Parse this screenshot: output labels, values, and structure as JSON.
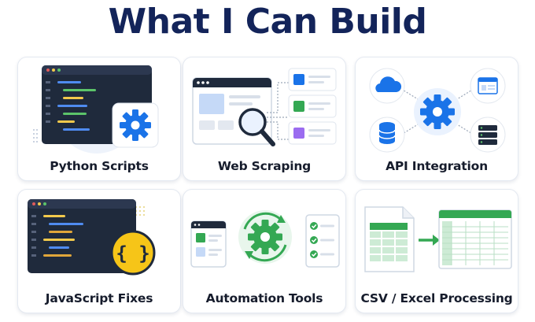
{
  "title": "What I Can Build",
  "colors": {
    "title": "#13245a",
    "blue": "#1a73e8",
    "green": "#34a853",
    "yellow": "#fbbc04",
    "purple": "#9b6cf0",
    "dark": "#1f2a3c"
  },
  "cards": [
    {
      "label": "Python Scripts",
      "icon": "gear-icon"
    },
    {
      "label": "Web Scraping",
      "icon": "magnifier-icon"
    },
    {
      "label": "API Integration",
      "icon": "gear-icon"
    },
    {
      "label": "JavaScript Fixes",
      "icon": "braces-icon"
    },
    {
      "label": "Automation Tools",
      "icon": "gear-icon"
    },
    {
      "label": "CSV / Excel Processing",
      "icon": "spreadsheet-icon"
    }
  ],
  "braces_glyph": "{ }"
}
